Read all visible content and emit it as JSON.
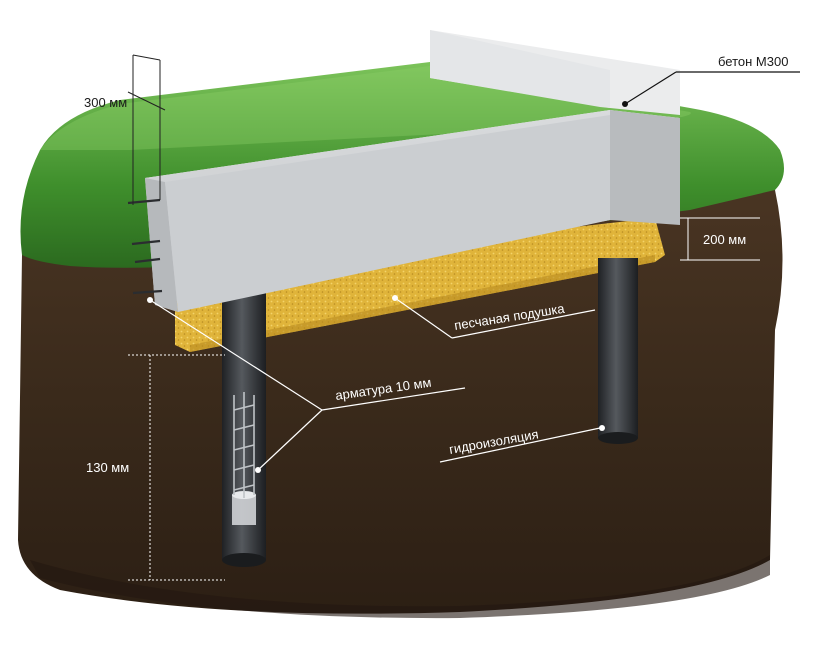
{
  "labels": {
    "concrete": "бетон М300",
    "width": "300 мм",
    "sand_height": "200 мм",
    "sand_cushion": "песчаная подушка",
    "rebar": "арматура 10 мм",
    "pile_depth": "130 мм",
    "waterproofing": "гидроизоляция"
  },
  "colors": {
    "grass": "#3d8a2a",
    "soil": "#3a2a1c",
    "sand": "#e2b83a",
    "concrete": "#d4d6d8",
    "pile": "#2f3236"
  }
}
